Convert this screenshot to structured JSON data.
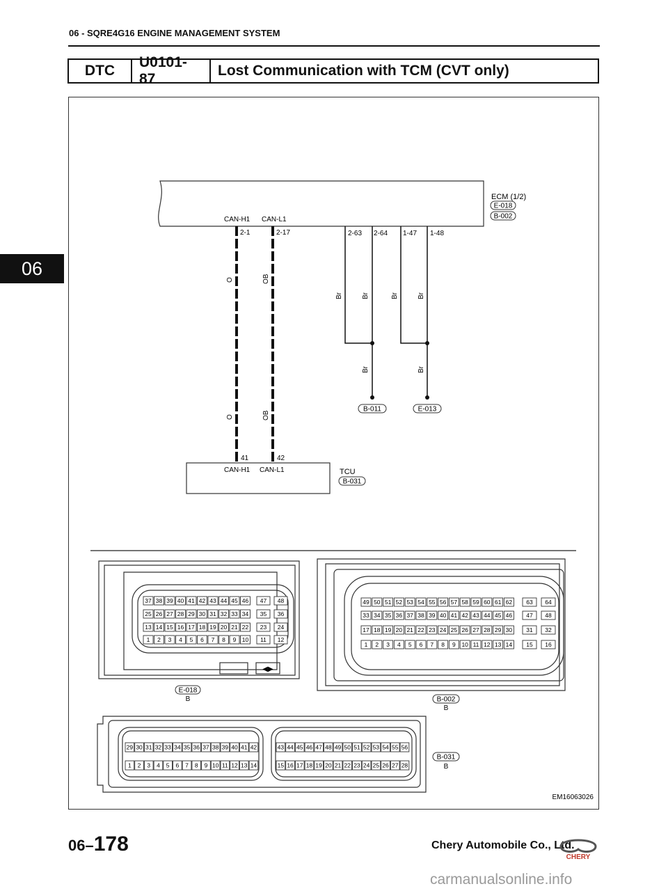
{
  "header": {
    "title": "06 - SQRE4G16 ENGINE MANAGEMENT SYSTEM"
  },
  "side_tab": {
    "label": "06"
  },
  "dtc_table": {
    "col1": "DTC",
    "col2": "U0101-87",
    "col3": "Lost Communication with TCM (CVT only)"
  },
  "schematic": {
    "ecm": {
      "title": "ECM (1/2)",
      "ref1": "E-018",
      "ref2": "B-002"
    },
    "tcu": {
      "title": "TCU",
      "ref": "B-031"
    },
    "can_h_label": "CAN-H1",
    "can_l_label": "CAN-L1",
    "ecm_pins": [
      "2-1",
      "2-17",
      "2-63",
      "2-64",
      "1-47",
      "1-48"
    ],
    "tcu_pins": [
      "41",
      "42"
    ],
    "wire_o": "O",
    "wire_ob": "OB",
    "wire_br": "Br",
    "grounds": [
      "B-011",
      "E-013"
    ]
  },
  "connectors": {
    "e018": {
      "ref": "E-018",
      "sub": "B",
      "rows": [
        [
          "37",
          "38",
          "39",
          "40",
          "41",
          "42",
          "43",
          "44",
          "45",
          "46",
          "47",
          "48"
        ],
        [
          "25",
          "26",
          "27",
          "28",
          "29",
          "30",
          "31",
          "32",
          "33",
          "34",
          "35",
          "36"
        ],
        [
          "13",
          "14",
          "15",
          "16",
          "17",
          "18",
          "19",
          "20",
          "21",
          "22",
          "23",
          "24"
        ],
        [
          "1",
          "2",
          "3",
          "4",
          "5",
          "6",
          "7",
          "8",
          "9",
          "10",
          "11",
          "12"
        ]
      ]
    },
    "b002": {
      "ref": "B-002",
      "sub": "B",
      "rows": [
        [
          "49",
          "50",
          "51",
          "52",
          "53",
          "54",
          "55",
          "56",
          "57",
          "58",
          "59",
          "60",
          "61",
          "62",
          "63",
          "64"
        ],
        [
          "33",
          "34",
          "35",
          "36",
          "37",
          "38",
          "39",
          "40",
          "41",
          "42",
          "43",
          "44",
          "45",
          "46",
          "47",
          "48"
        ],
        [
          "17",
          "18",
          "19",
          "20",
          "21",
          "22",
          "23",
          "24",
          "25",
          "26",
          "27",
          "28",
          "29",
          "30",
          "31",
          "32"
        ],
        [
          "1",
          "2",
          "3",
          "4",
          "5",
          "6",
          "7",
          "8",
          "9",
          "10",
          "11",
          "12",
          "13",
          "14",
          "15",
          "16"
        ]
      ]
    },
    "b031": {
      "ref": "B-031",
      "sub": "B",
      "left_rows": [
        [
          "29",
          "30",
          "31",
          "32",
          "33",
          "34",
          "35",
          "36",
          "37",
          "38",
          "39",
          "40",
          "41",
          "42"
        ],
        [
          "1",
          "2",
          "3",
          "4",
          "5",
          "6",
          "7",
          "8",
          "9",
          "10",
          "11",
          "12",
          "13",
          "14"
        ]
      ],
      "right_rows": [
        [
          "43",
          "44",
          "45",
          "46",
          "47",
          "48",
          "49",
          "50",
          "51",
          "52",
          "53",
          "54",
          "55",
          "56"
        ],
        [
          "15",
          "16",
          "17",
          "18",
          "19",
          "20",
          "21",
          "22",
          "23",
          "24",
          "25",
          "26",
          "27",
          "28"
        ]
      ]
    }
  },
  "figure_id": "EM16063026",
  "footer": {
    "section": "06–",
    "page": "178",
    "company": "Chery Automobile Co., Ltd.",
    "logo_text": "CHERY"
  },
  "watermark": "carmanualsonline.info"
}
